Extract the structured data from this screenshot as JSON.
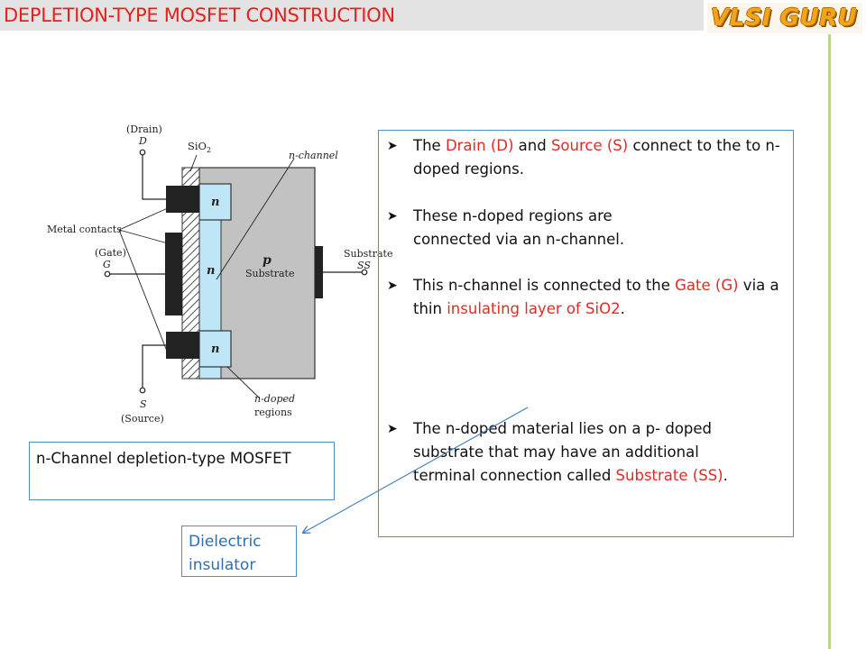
{
  "header": {
    "title": "DEPLETION-TYPE MOSFET CONSTRUCTION",
    "logo_text": "VLSI GURU"
  },
  "diagram": {
    "drain_label": "(Drain)",
    "drain_symbol": "D",
    "sio2_label": "SiO",
    "sio2_subscript": "2",
    "nchannel_label": "n-channel",
    "metal_contacts_label": "Metal contacts",
    "gate_label": "(Gate)",
    "gate_symbol": "G",
    "n_top": "n",
    "n_mid": "n",
    "n_bottom": "n",
    "p_label": "p",
    "substrate_label": "Substrate",
    "substrate_terminal_label": "Substrate",
    "substrate_terminal_symbol": "SS",
    "source_symbol": "S",
    "source_label": "(Source)",
    "ndoped_label_1": "n-doped",
    "ndoped_label_2": "regions"
  },
  "bullets": {
    "b1": {
      "pre": "The ",
      "drain": "Drain (D)",
      "mid": " and ",
      "source": "Source (S)",
      "post": "  connect to the to n-doped regions."
    },
    "b2": {
      "text": "These n-doped regions are connected via an n-channel."
    },
    "b3": {
      "pre": "This n-channel is connected to the  ",
      "gate": "Gate (G)",
      "mid": " via a thin ",
      "insulating": "insulating layer of SiO2",
      "post": "."
    },
    "b4": {
      "pre": "The n-doped material lies on a p-  doped substrate that may have an additional terminal connection  called ",
      "substrate": "Substrate (SS)",
      "post": "."
    }
  },
  "caption": {
    "text": "n-Channel depletion-type MOSFET"
  },
  "dielectric": {
    "text": "Dielectric insulator"
  },
  "colors": {
    "title_red": "#e8201c",
    "accent_red": "#e32a24",
    "box_border_blue": "#4a90c9",
    "dielectric_text_blue": "#2e6eb5",
    "n_region_light_blue": "#bfe6f7",
    "substrate_gray": "#c2c2c2",
    "logo_orange": "#f2a51a",
    "green_line": "#b8d98c"
  }
}
